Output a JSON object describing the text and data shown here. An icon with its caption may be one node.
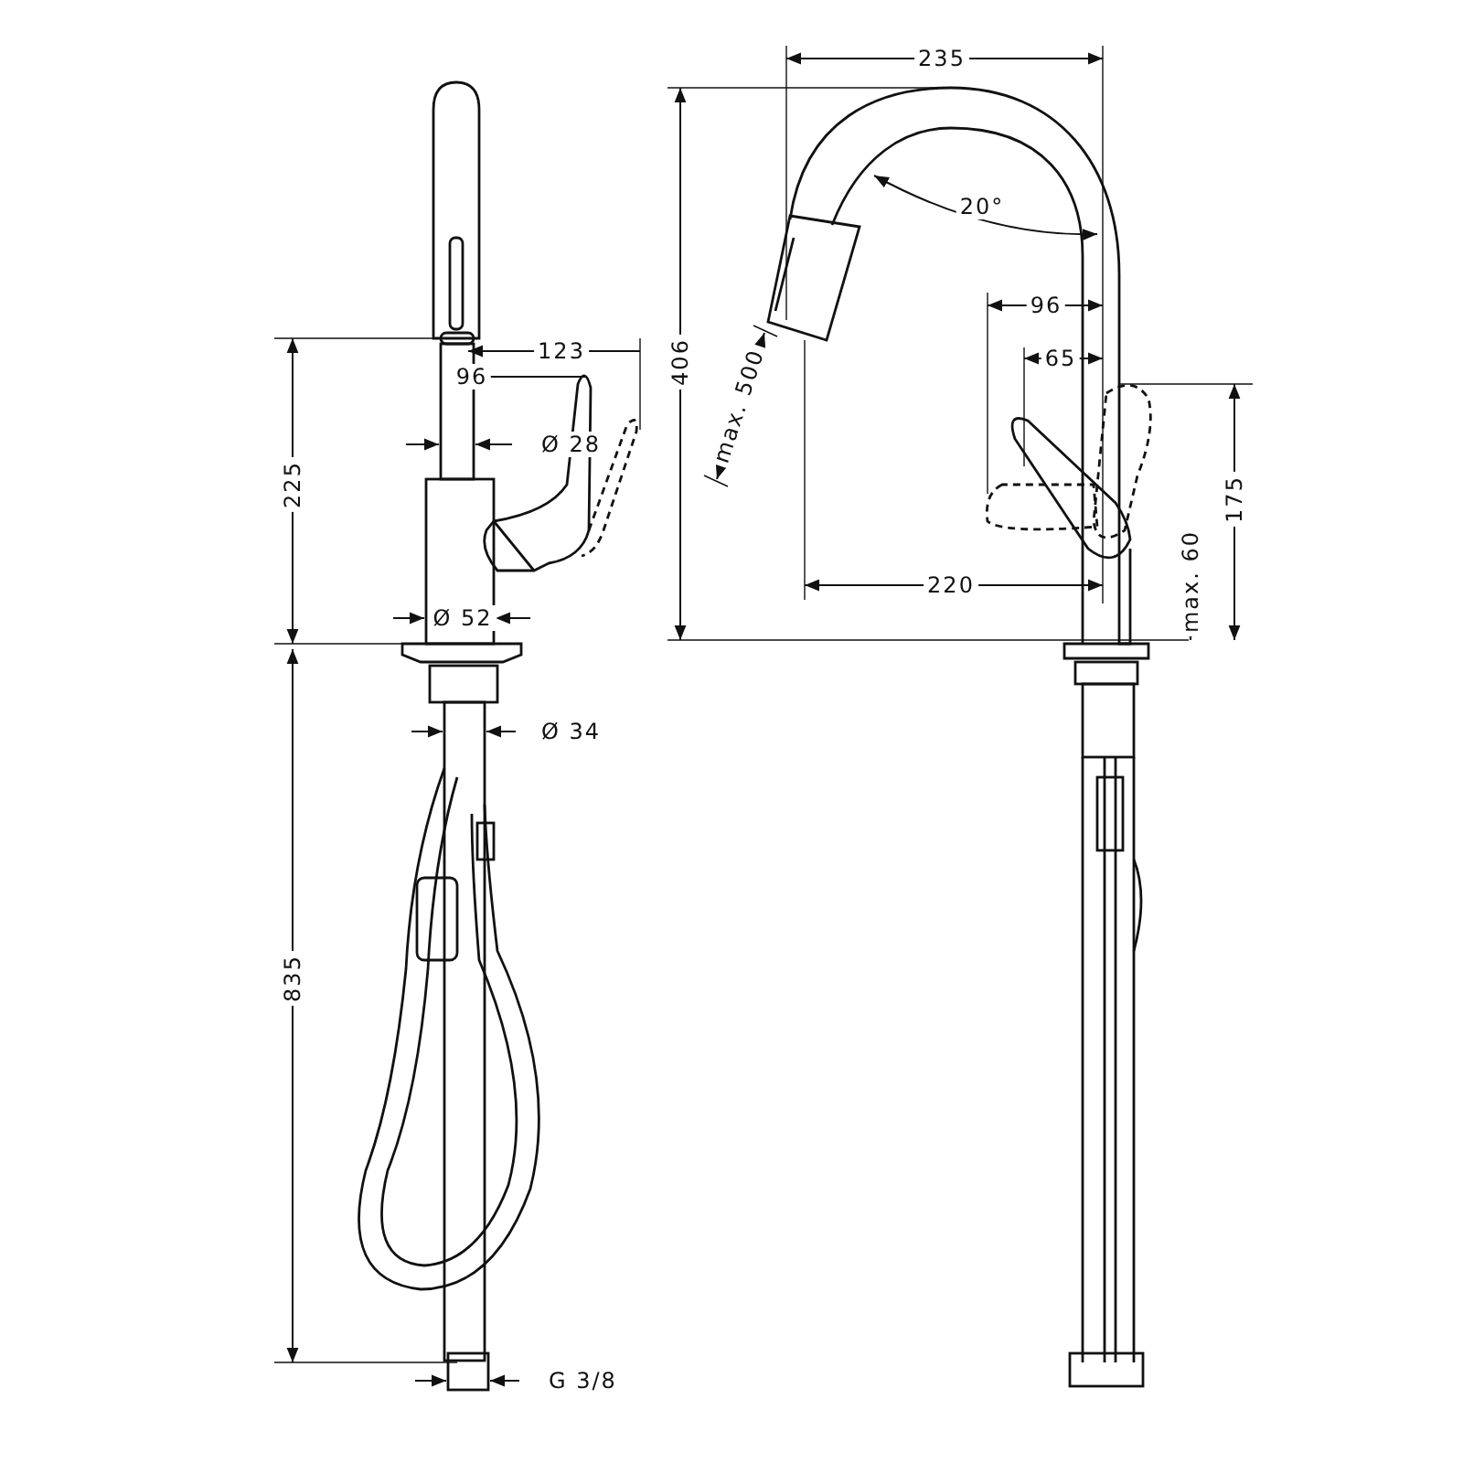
{
  "diagram": {
    "labels": [
      "235",
      "20°",
      "406",
      "123",
      "96",
      "Ø 28",
      "max. 500",
      "96",
      "65",
      "225",
      "175",
      "220",
      "max. 60",
      "Ø 52",
      "Ø 34",
      "835",
      "G 3/8"
    ]
  }
}
